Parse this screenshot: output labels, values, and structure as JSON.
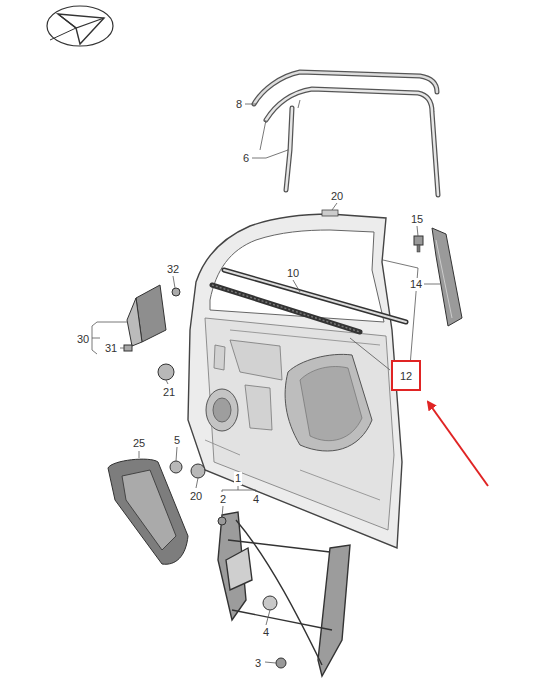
{
  "diagram": {
    "nodes": [
      {
        "text": [
          "12"
        ]
      }
    ],
    "labels": [
      "8",
      "6",
      "20",
      "15",
      "14",
      "10",
      "32",
      "30",
      "31",
      "21",
      "25",
      "5",
      "20",
      "1",
      "2",
      "4",
      "4",
      "3"
    ]
  }
}
